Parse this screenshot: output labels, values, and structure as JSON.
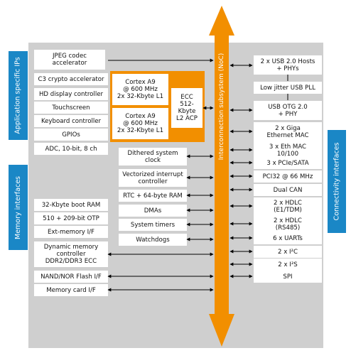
{
  "tabs": {
    "application": "Application specific IPs",
    "memory": "Memory interfaces",
    "connectivity": "Connectivity interfaces"
  },
  "noc": "Interconnection subsystem (NoC)",
  "cpu": {
    "core1": "Cortex A9\n@ 600 MHz\n2x 32-Kbyte L1",
    "core2": "Cortex A9\n@ 600 MHz\n2x 32-Kbyte L1",
    "l2": "ECC\n512-Kbyte\nL2 ACP"
  },
  "app_blocks": {
    "jpeg": "JPEG codec\naccelerator",
    "c3": "C3 crypto accelerator",
    "hd": "HD display controller",
    "touch": "Touchscreen",
    "keyboard": "Keyboard controller",
    "gpio": "GPIOs",
    "adc": "ADC, 10-bit, 8 ch"
  },
  "center_blocks": {
    "dither": "Dithered system\nclock",
    "vic": "Vectorized interrupt\ncontroller",
    "rtc": "RTC + 64-byte RAM",
    "dma": "DMAs",
    "timers": "System timers",
    "watchdog": "Watchdogs"
  },
  "mem_blocks": {
    "bootram": "32-Kbyte boot RAM",
    "otp": "510 + 209-bit OTP",
    "extmem": "Ext-memory I/F",
    "dynmem": "Dynamic memory\ncontroller\nDDR2/DDR3 ECC",
    "nand": "NAND/NOR Flash I/F",
    "card": "Memory card I/F"
  },
  "conn_blocks": {
    "usbhost": "2 x USB 2.0 Hosts\n+ PHYs",
    "usbpll": "Low jitter USB PLL",
    "usbotg": "USB OTG 2.0\n+ PHY",
    "gmac": "2 x Giga\nEthernet MAC",
    "emac": "3 x Eth MAC\n10/100",
    "pcie": "3 x PCIe/SATA",
    "pci32": "PCI32 @ 66 MHz",
    "can": "Dual CAN",
    "hdlc1": "2 x HDLC\n(E1/TDM)",
    "hdlc2": "2 x HDLC\n(RS485)",
    "uart": "6 x UARTs",
    "i2c": "2 x I²C",
    "i2s": "2 x I²S",
    "spi": "SPI"
  },
  "colors": {
    "blue": "#1a87c6",
    "orange": "#f28f00",
    "gray": "#cfcfcf"
  }
}
